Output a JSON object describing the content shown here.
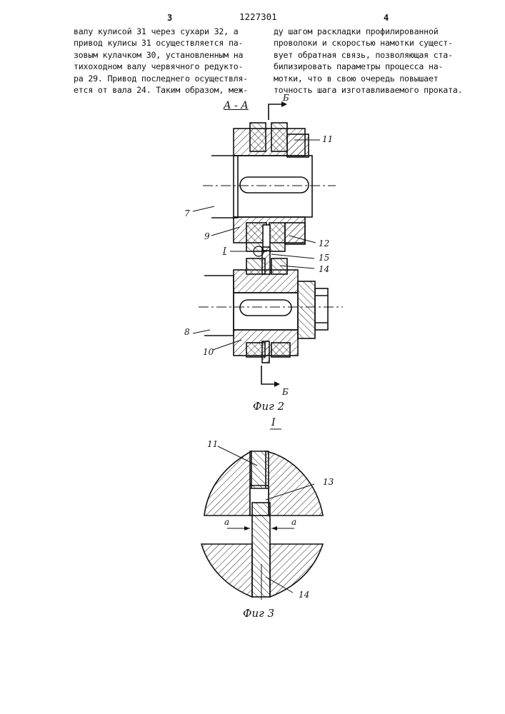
{
  "header": {
    "page_left": "3",
    "patent_number": "1227301",
    "page_right": "4"
  },
  "left_column": [
    "валу кулисой 31 через сухари 32, а",
    "привод кулисы 31 осуществляется па-",
    "зовым кулачком 30, установленным на",
    "тихоходном валу червячного редукто-",
    "ра 29. Привод последнего осуществля-",
    "ется от вала 24. Таким образом, меж-"
  ],
  "right_column": [
    "ду шагом раскладки профилированной",
    "проволоки и скоростью намотки сущест-",
    "вует обратная связь, позволяющая ста-",
    "билизировать параметры процесса на-",
    "мотки, что в свою очередь повышает",
    "точность шага изготавливаемого проката."
  ],
  "figure2": {
    "section_title": "А - А",
    "cut_top": "Б",
    "cut_bottom": "Б",
    "labels": {
      "l11": "11",
      "l7": "7",
      "l9": "9",
      "l12": "12",
      "lI": "I",
      "l15": "15",
      "l14": "14",
      "l8": "8",
      "l10": "10"
    },
    "caption": "Фиг 2"
  },
  "figure3": {
    "detail_title": "I",
    "labels": {
      "l11": "11",
      "l13": "13",
      "l14": "14",
      "a_left": "a",
      "a_right": "a"
    },
    "caption": "Фиг 3"
  }
}
